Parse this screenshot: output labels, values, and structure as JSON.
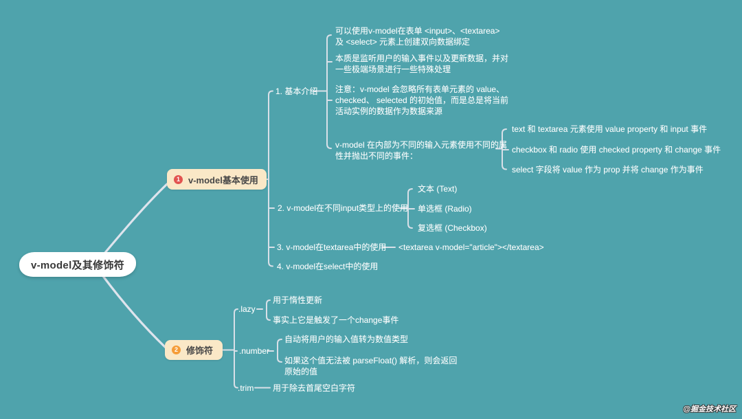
{
  "canvas": {
    "watermark": "@掘金技术社区"
  },
  "root": {
    "label": "v-model及其修饰符"
  },
  "branches": [
    {
      "badge": "1",
      "label": "v-model基本使用",
      "children": [
        {
          "label": "1. 基本介绍",
          "children": [
            {
              "text": "可以使用v-model在表单 <input>、<textarea>\n及 <select> 元素上创建双向数据绑定"
            },
            {
              "text": "本质是监听用户的输入事件以及更新数据，并对\n一些极端场景进行一些特殊处理"
            },
            {
              "text": "注意：v-model 会忽略所有表单元素的 value、\nchecked、 selected 的初始值，而是总是将当前\n活动实例的数据作为数据来源"
            },
            {
              "text": "v-model 在内部为不同的输入元素使用不同的属\n性并抛出不同的事件：",
              "children": [
                {
                  "text": "text 和 textarea 元素使用 value property 和 input 事件"
                },
                {
                  "text": "checkbox 和 radio 使用 checked property 和 change 事件"
                },
                {
                  "text": "select 字段将 value 作为 prop 并将 change 作为事件"
                }
              ]
            }
          ]
        },
        {
          "label": "2. v-model在不同input类型上的使用",
          "children": [
            {
              "text": "文本 (Text)"
            },
            {
              "text": "单选框 (Radio)"
            },
            {
              "text": "复选框 (Checkbox)"
            }
          ]
        },
        {
          "label": "3. v-model在textarea中的使用",
          "children": [
            {
              "text": "<textarea v-model=\"article\"></textarea>"
            }
          ]
        },
        {
          "label": "4. v-model在select中的使用"
        }
      ]
    },
    {
      "badge": "2",
      "label": "修饰符",
      "children": [
        {
          "label": ".lazy",
          "children": [
            {
              "text": "用于惰性更新"
            },
            {
              "text": "事实上它是触发了一个change事件"
            }
          ]
        },
        {
          "label": ".number",
          "children": [
            {
              "text": "自动将用户的输入值转为数值类型"
            },
            {
              "text": "如果这个值无法被 parseFloat() 解析，则会返回\n原始的值"
            }
          ]
        },
        {
          "label": ".trim",
          "children": [
            {
              "text": "用于除去首尾空白字符"
            }
          ]
        }
      ]
    }
  ],
  "colors": {
    "background": "#4FA3AC",
    "branch_box": "#FAE8C7",
    "badge_1": "#E25450",
    "badge_2": "#F59C38",
    "root_box": "#FFFFFF",
    "connector": "#D9E0E8",
    "text_on_teal": "#FFFFFF",
    "text_dark": "#474747"
  }
}
